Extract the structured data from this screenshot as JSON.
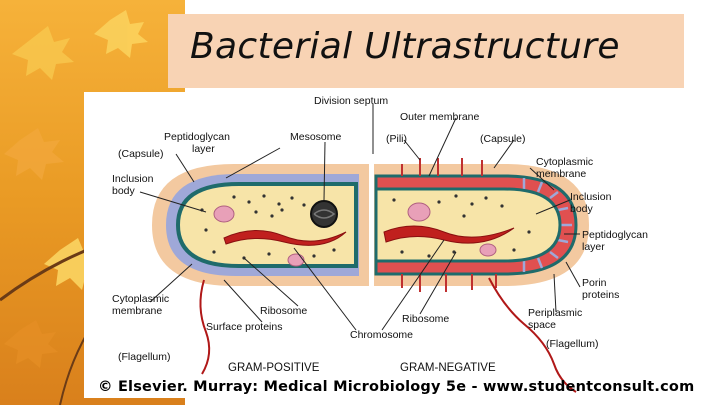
{
  "title": "Bacterial Ultrastructure",
  "copyright": "© Elsevier. Murray: Medical Microbiology 5e - www.studentconsult.com",
  "captions": {
    "gram_positive": "GRAM-POSITIVE",
    "gram_negative": "GRAM-NEGATIVE"
  },
  "labels": {
    "division_septum": "Division septum",
    "outer_membrane": "Outer membrane",
    "pili": "(Pili)",
    "capsule_right": "(Capsule)",
    "cytoplasmic_membrane_r1": "Cytoplasmic",
    "cytoplasmic_membrane_r2": "membrane",
    "inclusion_body_r1": "Inclusion",
    "inclusion_body_r2": "body",
    "peptidoglycan_r1": "Peptidoglycan",
    "peptidoglycan_r2": "layer",
    "porin_r1": "Porin",
    "porin_r2": "proteins",
    "periplasmic_r1": "Periplasmic",
    "periplasmic_r2": "space",
    "flagellum_right": "(Flagellum)",
    "peptidoglycan_l1": "Peptidoglycan",
    "peptidoglycan_l2": "layer",
    "capsule_left": "(Capsule)",
    "mesosome": "Mesosome",
    "inclusion_body_l1": "Inclusion",
    "inclusion_body_l2": "body",
    "cytoplasmic_membrane_l1": "Cytoplasmic",
    "cytoplasmic_membrane_l2": "membrane",
    "ribosome_left": "Ribosome",
    "surface_proteins": "Surface proteins",
    "chromosome": "Chromosome",
    "ribosome_right": "Ribosome",
    "flagellum_left": "(Flagellum)"
  },
  "colors": {
    "capsule": "#f3c9a0",
    "peptidoglycan": "#9fa8d8",
    "membrane": "#1f6b6b",
    "cytoplasm": "#f7e4a8",
    "chromosome": "#c0201e",
    "inclusion": "#e8a0b8",
    "flagellum": "#b01818",
    "banner": "#f8d3b4"
  }
}
